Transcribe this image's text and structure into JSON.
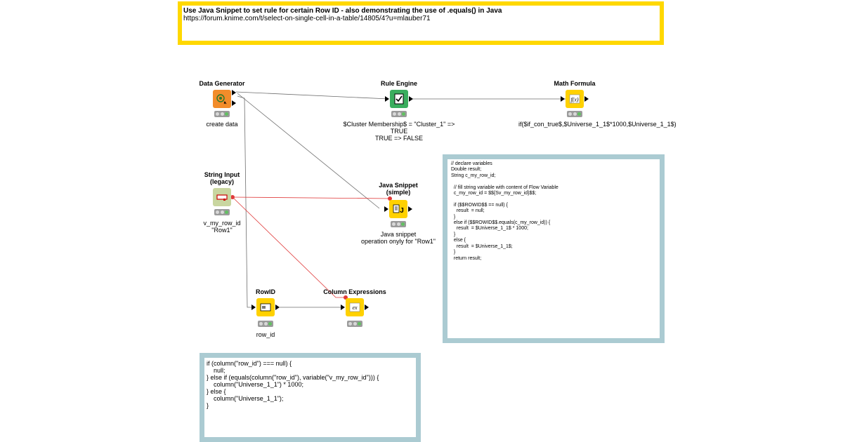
{
  "annotations": {
    "top": {
      "title": "Use Java Snippet to set rule for certain Row ID - also demonstrating the use of .equals() in Java",
      "url": "https://forum.knime.com/t/select-on-single-cell-in-a-table/14805/4?u=mlauber71"
    },
    "java_code": "// declare variables\nDouble result;\nString c_my_row_id;\n\n  // fill string variable with content of Flow Variable\n  c_my_row_id = $${Sv_my_row_id}$$;\n\n  if ($$ROWID$$ == null) {\n    result  = null;\n  }\n  else if ($$ROWID$$.equals(c_my_row_id)) {\n    result  = $Universe_1_1$ * 1000;\n  }\n  else {\n    result  = $Universe_1_1$;\n  }\n  return result;",
    "column_expr_code": "if (column(\"row_id\") === null) {\n    null;\n} else if (equals(column(\"row_id\"), variable(\"v_my_row_id\"))) {\n    column(\"Universe_1_1\") * 1000;\n} else {\n    column(\"Universe_1_1\");\n}"
  },
  "nodes": {
    "data_generator": {
      "title": "Data Generator",
      "label": "create data",
      "color": "#f28c2a",
      "icon": "gear-generator-icon"
    },
    "rule_engine": {
      "title": "Rule Engine",
      "label": "$Cluster Membership$ = \"Cluster_1\" => TRUE\nTRUE => FALSE",
      "color": "#3aad5e",
      "icon": "rule-check-icon"
    },
    "math_formula": {
      "title": "Math Formula",
      "label": "if($if_con_true$,$Universe_1_1$*1000,$Universe_1_1$)",
      "color": "#ffd100",
      "icon": "fx-icon"
    },
    "string_input": {
      "title": "String Input\n(legacy)",
      "label": "v_my_row_id\n\"Row1\"",
      "color": "#c9d6a0",
      "icon": "string-input-icon"
    },
    "java_snippet": {
      "title": "Java Snippet\n(simple)",
      "label": "Java snippet\noperation onyly for \"Row1\"",
      "color": "#ffd100",
      "icon": "java-snippet-icon"
    },
    "rowid": {
      "title": "RowID",
      "label": "row_id",
      "color": "#ffd100",
      "icon": "rowid-icon"
    },
    "column_expressions": {
      "title": "Column Expressions",
      "label": "",
      "color": "#ffd100",
      "icon": "column-expression-icon"
    }
  },
  "colors": {
    "annotation_yellow": "#ffd800",
    "annotation_blue": "#abcbd2",
    "data_wire": "#6e6e6e",
    "variable_wire": "#e03a3a"
  }
}
